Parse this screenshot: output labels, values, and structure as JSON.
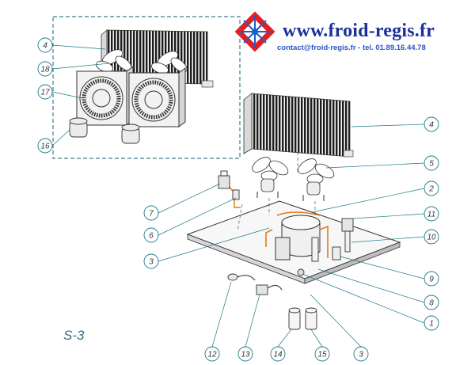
{
  "header": {
    "site_url": "www.froid-regis.fr",
    "contact": "contact@froid-regis.fr - tel. 01.89.16.44.78",
    "logo_icon": "snowflake-logo-icon",
    "colors": {
      "brand_blue": "#1a2f9c",
      "contact_blue": "#2a56c6",
      "logo_red": "#e31e24"
    }
  },
  "diagram": {
    "code": "S-3",
    "inset_callouts": [
      "4",
      "18",
      "17",
      "16"
    ],
    "callouts": [
      "4",
      "5",
      "2",
      "11",
      "10",
      "9",
      "8",
      "1",
      "3",
      "15",
      "14",
      "13",
      "12",
      "3",
      "6",
      "7"
    ]
  }
}
